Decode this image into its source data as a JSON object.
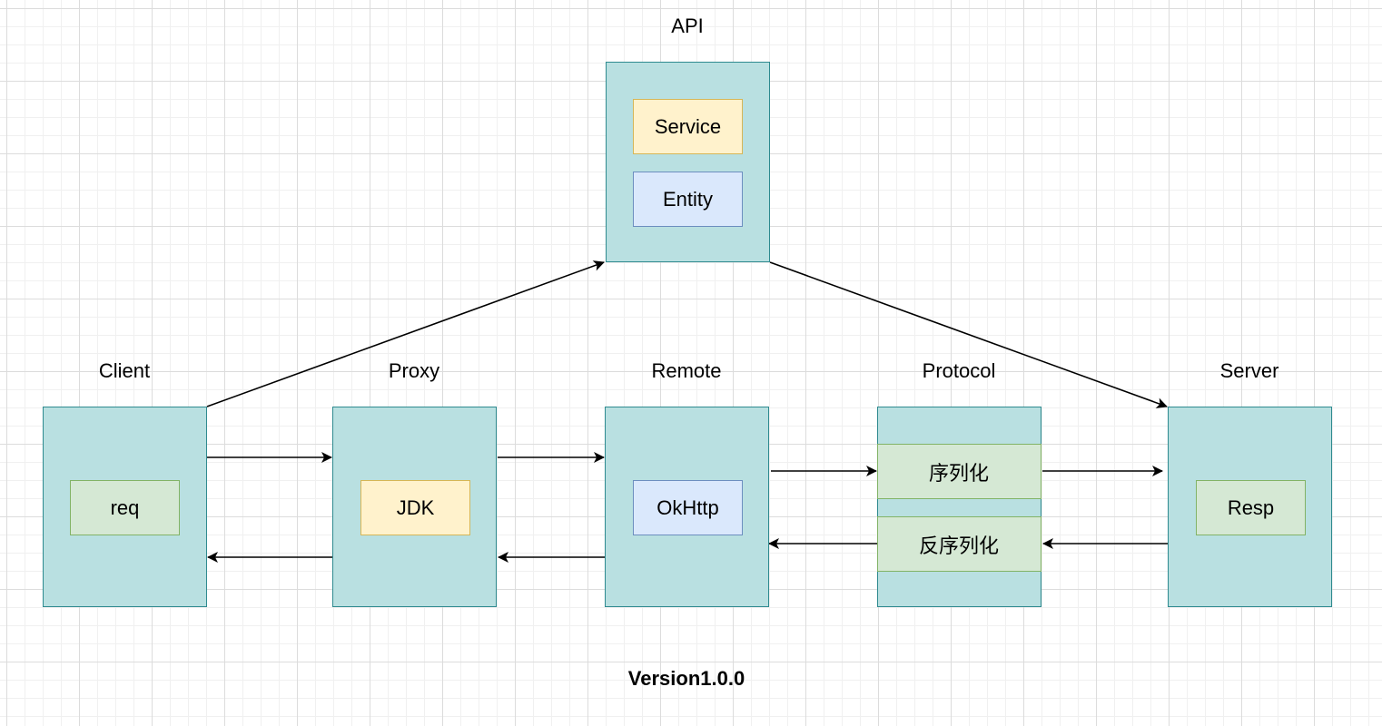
{
  "diagram": {
    "api": {
      "title": "API",
      "items": [
        "Service",
        "Entity"
      ]
    },
    "client": {
      "title": "Client",
      "item": "req"
    },
    "proxy": {
      "title": "Proxy",
      "item": "JDK"
    },
    "remote": {
      "title": "Remote",
      "item": "OkHttp"
    },
    "protocol": {
      "title": "Protocol",
      "items": [
        "序列化",
        "反序列化"
      ]
    },
    "server": {
      "title": "Server",
      "item": "Resp"
    },
    "footer": "Version1.0.0"
  },
  "colors": {
    "module_fill": "#b9e0e1",
    "module_border": "#2e8a8f",
    "green_fill": "#d5e8d4",
    "green_border": "#82b366",
    "yellow_fill": "#fff2cc",
    "yellow_border": "#d6b656",
    "blue_fill": "#dae8fc",
    "blue_border": "#6c8ebf"
  }
}
